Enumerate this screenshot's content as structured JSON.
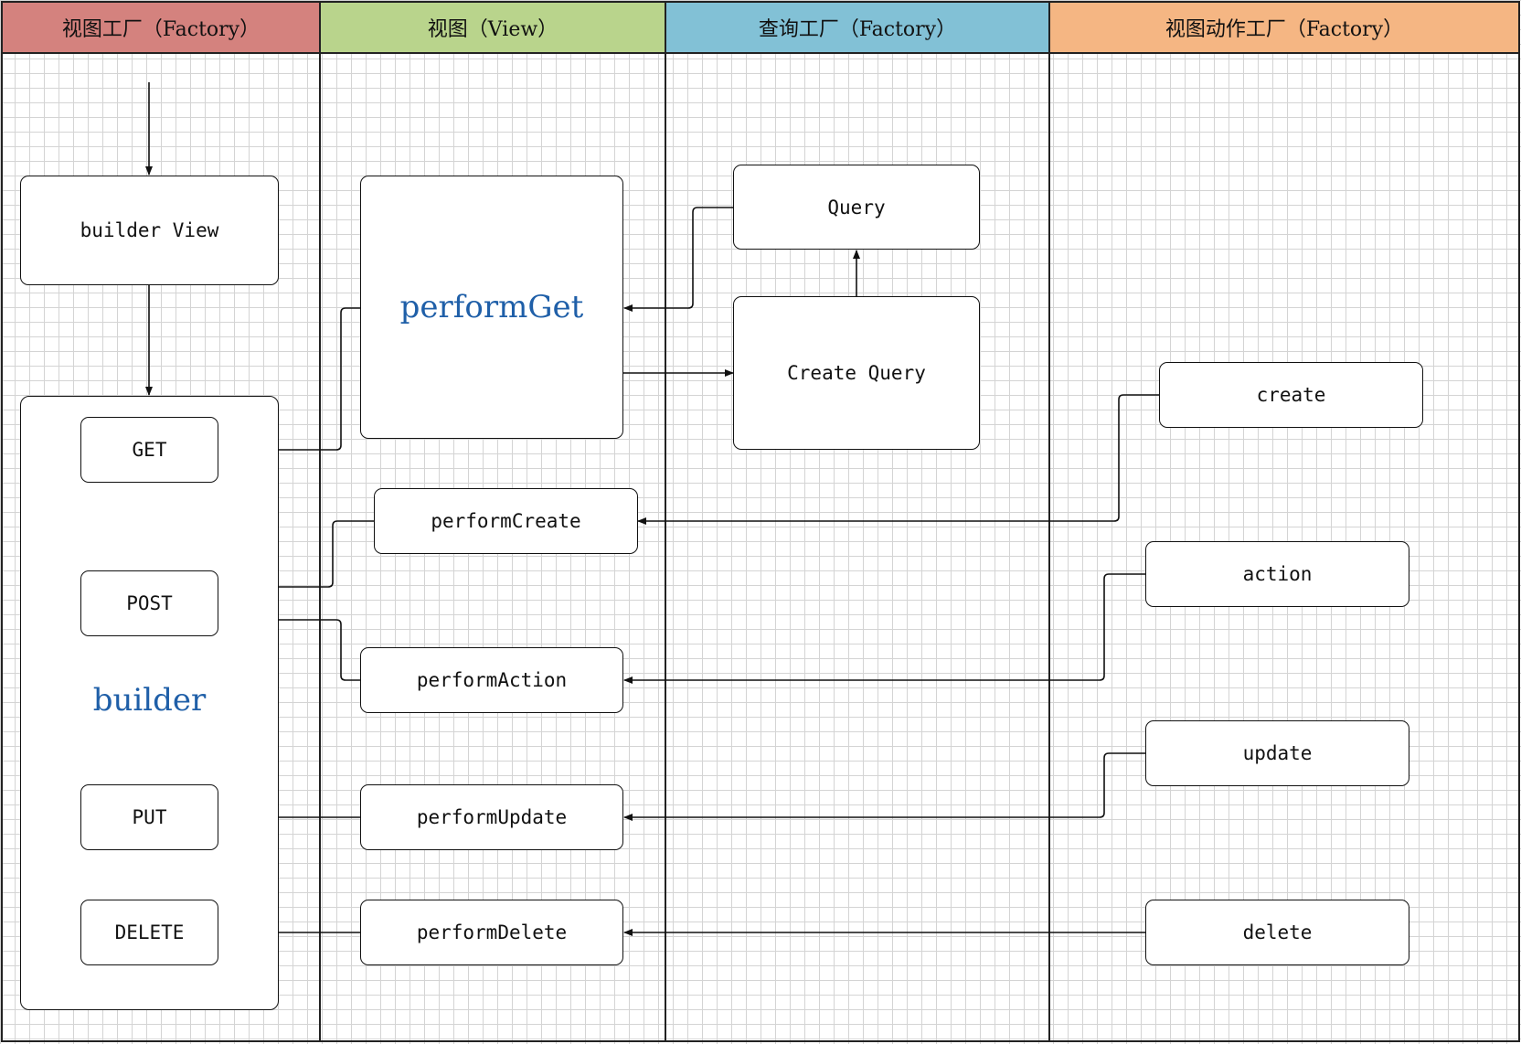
{
  "lanes": [
    {
      "title": "视图工厂（Factory）",
      "color": "#d4827e"
    },
    {
      "title": "视图（View）",
      "color": "#b9d48c"
    },
    {
      "title": "查询工厂（Factory）",
      "color": "#82c1d6"
    },
    {
      "title": "视图动作工厂（Factory）",
      "color": "#f5b683"
    }
  ],
  "nodes": {
    "builder_view": "builder View",
    "builder": "builder",
    "get": "GET",
    "post": "POST",
    "put": "PUT",
    "delete_method": "DELETE",
    "perform_get": "performGet",
    "perform_create": "performCreate",
    "perform_action": "performAction",
    "perform_update": "performUpdate",
    "perform_delete": "performDelete",
    "query": "Query",
    "create_query": "Create Query",
    "create": "create",
    "action": "action",
    "update": "update",
    "delete": "delete"
  }
}
